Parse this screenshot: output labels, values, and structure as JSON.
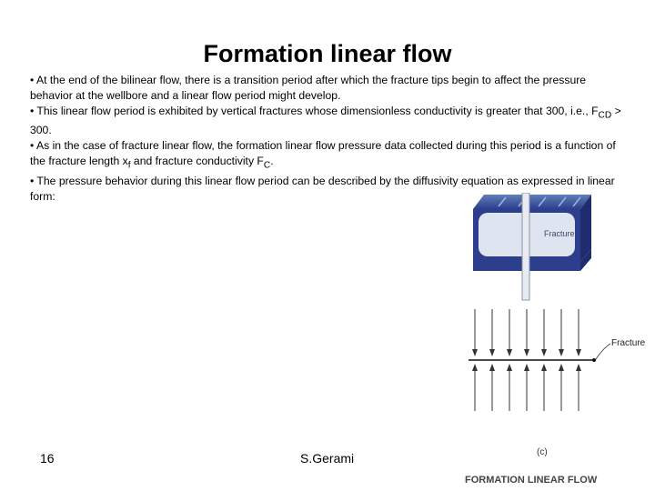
{
  "slide": {
    "title": "Formation linear flow",
    "paragraphs": [
      "• At the end of the bilinear flow, there is a transition period after which the fracture tips begin to affect the pressure behavior at the wellbore and a linear flow period might develop.",
      "• This linear flow period is exhibited by vertical fractures whose dimensionless conductivity is greater that 300, i.e., F",
      "• As in the case of fracture linear flow, the formation linear flow pressure data collected during this period is a function of the fracture length x",
      "• The pressure behavior during this linear flow period can be described by the diffusivity equation as expressed in linear form:"
    ],
    "p2_sub": "CD",
    "p2_tail": " > 300.",
    "p3_sub": "f",
    "p3_mid": " and fracture conductivity F",
    "p3_sub2": "C",
    "p3_tail": ".",
    "page_number": "16",
    "author": "S.Gerami"
  },
  "figure": {
    "block_label": "Fracture",
    "flow_label": "Fracture",
    "panel_label": "(c)",
    "caption": "FORMATION LINEAR FLOW",
    "colors": {
      "block_blue": "#2c3e8c",
      "block_light": "#dce3ef",
      "sky": "#7fa8d4"
    }
  }
}
